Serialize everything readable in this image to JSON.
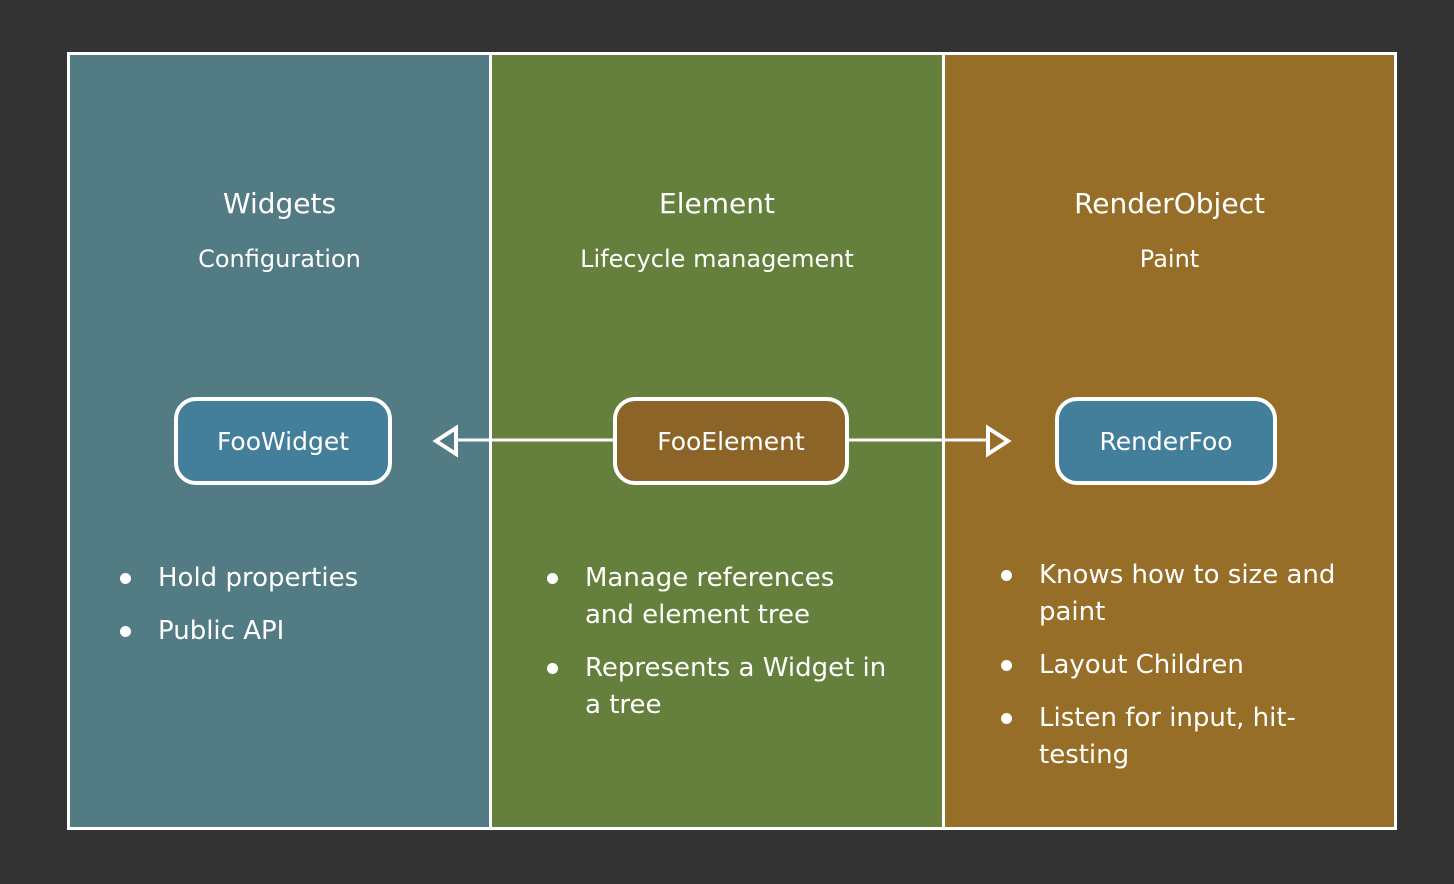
{
  "columns": {
    "widgets": {
      "title": "Widgets",
      "subtitle": "Configuration",
      "node": "FooWidget",
      "bullets": [
        "Hold properties",
        "Public API"
      ],
      "color": "#527b83"
    },
    "element": {
      "title": "Element",
      "subtitle": "Lifecycle management",
      "node": "FooElement",
      "bullets": [
        "Manage references and element tree",
        "Represents a Widget in a tree"
      ],
      "color": "#64803c"
    },
    "render": {
      "title": "RenderObject",
      "subtitle": "Paint",
      "node": "RenderFoo",
      "bullets": [
        "Knows how to size and paint",
        "Layout Children",
        "Listen for input, hit-testing"
      ],
      "color": "#966e28"
    }
  },
  "colors": {
    "background": "#333333",
    "node_blue": "#437e9b",
    "node_brown": "#8c6428",
    "line": "#ffffff"
  }
}
